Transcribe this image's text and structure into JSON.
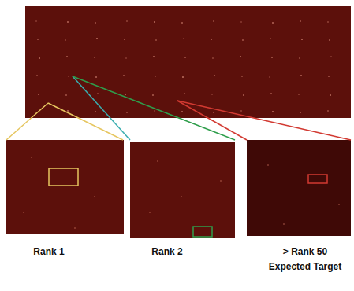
{
  "diagram": {
    "labels": [
      "Rank 1",
      "Rank 2",
      "> Rank 50 Expected Target"
    ]
  }
}
